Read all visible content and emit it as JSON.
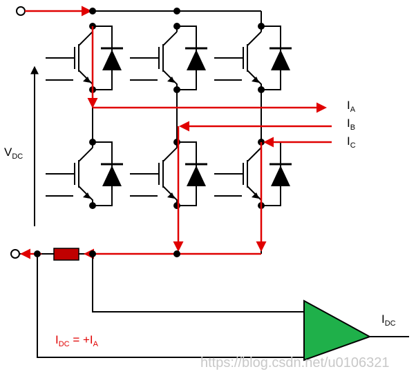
{
  "labels": {
    "vdc_main": "V",
    "vdc_sub": "DC",
    "ia_main": "I",
    "ia_sub": "A",
    "ib_main": "I",
    "ib_sub": "B",
    "ic_main": "I",
    "ic_sub": "C",
    "idc_out_main": "I",
    "idc_out_sub": "DC",
    "eq_i1": "I",
    "eq_i1_sub": "DC",
    "eq_mid": " = +I",
    "eq_i2_sub": "A"
  },
  "watermark": "https://blog.csdn.net/u0106321",
  "colors": {
    "wire": "#000000",
    "current": "#e00000",
    "amplifier": "#1fb04a",
    "shunt": "#c00000"
  }
}
